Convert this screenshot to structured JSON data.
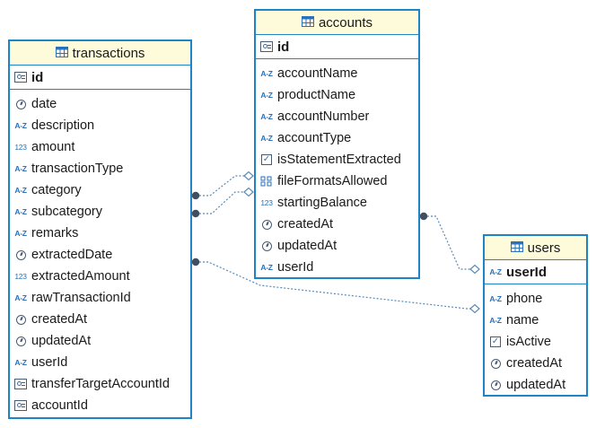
{
  "colors": {
    "border": "#1f84c6",
    "header": "#fdfbd9",
    "link": "#5a8bb8",
    "dot": "#3f4f61"
  },
  "entities": {
    "transactions": {
      "title": "transactions",
      "pk": {
        "name": "id",
        "icon": "key-icon"
      },
      "fields": [
        {
          "name": "date",
          "icon": "clock-icon"
        },
        {
          "name": "description",
          "icon": "text-icon"
        },
        {
          "name": "amount",
          "icon": "number-icon"
        },
        {
          "name": "transactionType",
          "icon": "text-icon"
        },
        {
          "name": "category",
          "icon": "text-icon"
        },
        {
          "name": "subcategory",
          "icon": "text-icon"
        },
        {
          "name": "remarks",
          "icon": "text-icon"
        },
        {
          "name": "extractedDate",
          "icon": "clock-icon"
        },
        {
          "name": "extractedAmount",
          "icon": "number-icon"
        },
        {
          "name": "rawTransactionId",
          "icon": "text-icon"
        },
        {
          "name": "createdAt",
          "icon": "clock-icon"
        },
        {
          "name": "updatedAt",
          "icon": "clock-icon"
        },
        {
          "name": "userId",
          "icon": "text-icon"
        },
        {
          "name": "transferTargetAccountId",
          "icon": "key-icon"
        },
        {
          "name": "accountId",
          "icon": "key-icon"
        }
      ]
    },
    "accounts": {
      "title": "accounts",
      "pk": {
        "name": "id",
        "icon": "key-icon"
      },
      "fields": [
        {
          "name": "accountName",
          "icon": "text-icon"
        },
        {
          "name": "productName",
          "icon": "text-icon"
        },
        {
          "name": "accountNumber",
          "icon": "text-icon"
        },
        {
          "name": "accountType",
          "icon": "text-icon"
        },
        {
          "name": "isStatementExtracted",
          "icon": "checkbox-icon"
        },
        {
          "name": "fileFormatsAllowed",
          "icon": "array-icon"
        },
        {
          "name": "startingBalance",
          "icon": "number-icon"
        },
        {
          "name": "createdAt",
          "icon": "clock-icon"
        },
        {
          "name": "updatedAt",
          "icon": "clock-icon"
        },
        {
          "name": "userId",
          "icon": "text-icon"
        }
      ]
    },
    "users": {
      "title": "users",
      "pk": {
        "name": "userId",
        "icon": "text-icon"
      },
      "fields": [
        {
          "name": "phone",
          "icon": "text-icon"
        },
        {
          "name": "name",
          "icon": "text-icon"
        },
        {
          "name": "isActive",
          "icon": "checkbox-icon"
        },
        {
          "name": "createdAt",
          "icon": "clock-icon"
        },
        {
          "name": "updatedAt",
          "icon": "clock-icon"
        }
      ]
    }
  },
  "icon_glyphs": {
    "text-icon": "A-Z",
    "number-icon": "123"
  }
}
